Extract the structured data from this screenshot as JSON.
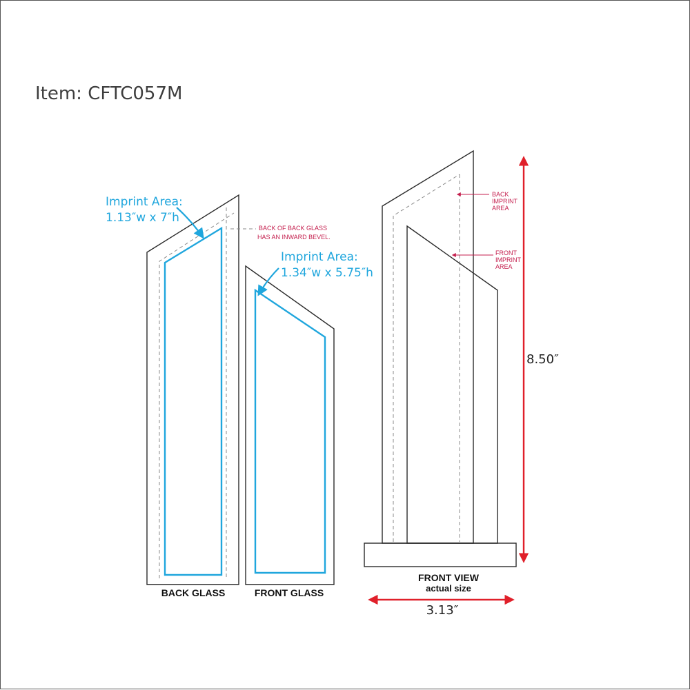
{
  "item_title": "Item: CFTC057M",
  "back_glass": {
    "label": "BACK GLASS",
    "imprint_title": "Imprint Area:",
    "imprint_size": "1.13″w x 7″h"
  },
  "front_glass": {
    "label": "FRONT GLASS",
    "imprint_title": "Imprint Area:",
    "imprint_size": "1.34″w x 5.75″h"
  },
  "bevel_note": [
    "BACK OF BACK GLASS",
    "HAS AN INWARD BEVEL."
  ],
  "front_view": {
    "label": "FRONT VIEW",
    "sublabel": "actual size",
    "back_imprint_note": [
      "BACK",
      "IMPRINT",
      "AREA"
    ],
    "front_imprint_note": [
      "FRONT",
      "IMPRINT",
      "AREA"
    ],
    "height_dim": "8.50″",
    "width_dim": "3.13″"
  },
  "colors": {
    "imprint_blue": "#1fa6dd",
    "dimension_red": "#e0202a",
    "note_red": "#c41e4d"
  }
}
